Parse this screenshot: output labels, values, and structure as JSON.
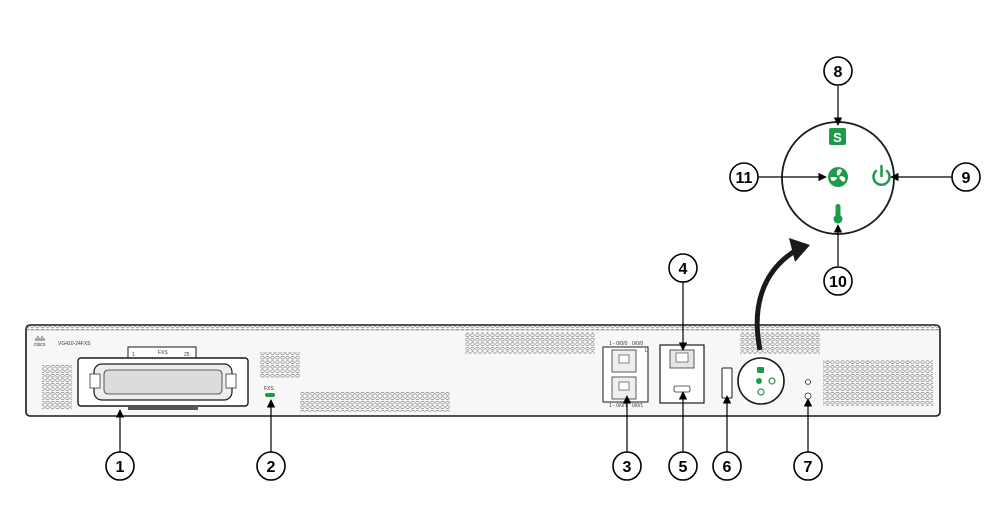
{
  "chassis": {
    "brand": "cisco",
    "model": "VG410-24FXS",
    "connector_label": "FXS",
    "connector_pin_left": "1",
    "connector_pin_right": "25",
    "fxs_led_label": "FXS",
    "port_top_label": "1 - 0/0/0",
    "port_top_label2": "0/0/0",
    "port_bottom_label": "1 - 0/0/1",
    "port_bottom_label2": "0/0/1",
    "side_mark": "L"
  },
  "colors": {
    "led_green": "#1f9a4b",
    "chassis_fill": "#f7f7f7",
    "outline": "#1a1a1a"
  },
  "callouts": {
    "c1": "1",
    "c2": "2",
    "c3": "3",
    "c4": "4",
    "c5": "5",
    "c6": "6",
    "c7": "7",
    "c8": "8",
    "c9": "9",
    "c10": "10",
    "c11": "11"
  },
  "zoom_icons": {
    "system": "S",
    "system_icon": "system-led-icon",
    "power_icon": "power-led-icon",
    "temperature_icon": "temperature-led-icon",
    "fan_icon": "fan-led-icon"
  }
}
